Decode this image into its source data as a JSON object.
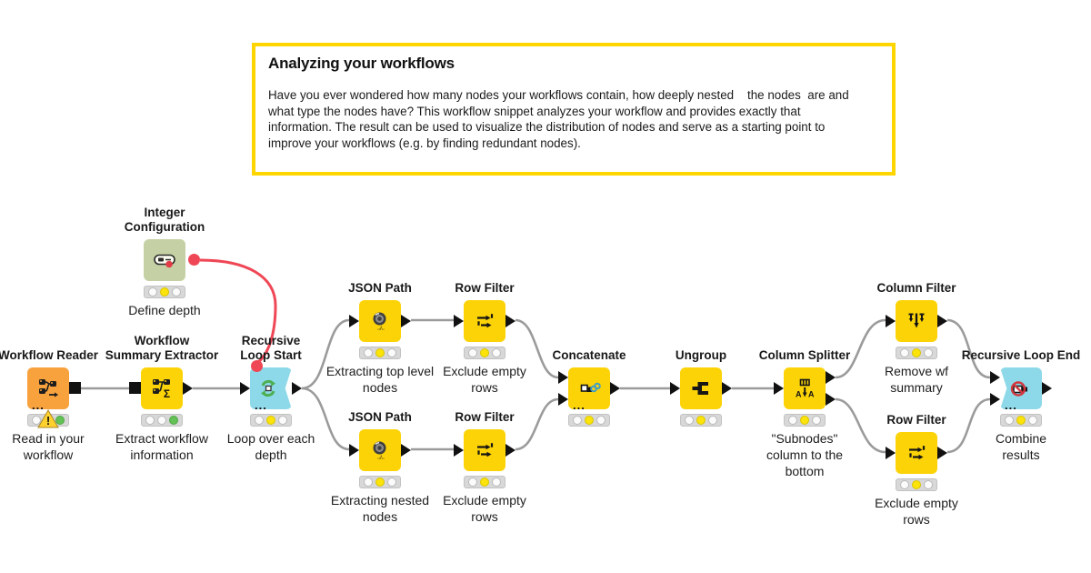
{
  "annotation": {
    "title": "Analyzing your workflows",
    "body": "Have you ever wondered how many nodes your workflows contain, how deeply nested    the nodes  are and\nwhat type the nodes have? This workflow snippet analyzes your workflow and provides exactly that\ninformation. The result can be used to visualize the distribution of nodes and serve as a starting point to\nimprove your workflows (e.g. by finding redundant nodes).",
    "border_color": "#FFD500"
  },
  "colors": {
    "node_yellow": "#FCD307",
    "node_orange": "#F8A23E",
    "node_cyan": "#8ED9E9",
    "node_green": "#C5D1A4",
    "connector_gray": "#9B9B9B",
    "flow_variable_red": "#EF4755",
    "status_yellow": "#FCE40A",
    "status_green": "#63C156"
  },
  "nodes": [
    {
      "title": "Workflow Reader",
      "comment": "Read in your workflow",
      "icon": "workflow-reader-icon",
      "status": "executed-with-warning"
    },
    {
      "title": "Workflow Summary Extractor",
      "comment": "Extract workflow information",
      "icon": "workflow-summary-extractor-icon",
      "status": "executed"
    },
    {
      "title": "Integer Configuration",
      "comment": "Define depth",
      "icon": "integer-configuration-icon",
      "status": "configured"
    },
    {
      "title": "Recursive Loop Start",
      "comment": "Loop over each depth",
      "icon": "recursive-loop-start-icon",
      "status": "configured"
    },
    {
      "title": "JSON Path",
      "comment": "Extracting top level nodes",
      "icon": "json-path-icon",
      "status": "configured"
    },
    {
      "title": "Row Filter",
      "comment": "Exclude empty rows",
      "icon": "row-filter-icon",
      "status": "configured"
    },
    {
      "title": "JSON Path",
      "comment": "Extracting nested nodes",
      "icon": "json-path-icon",
      "status": "configured"
    },
    {
      "title": "Row Filter",
      "comment": "Exclude empty rows",
      "icon": "row-filter-icon",
      "status": "configured"
    },
    {
      "title": "Concatenate",
      "comment": "",
      "icon": "concatenate-icon",
      "status": "configured"
    },
    {
      "title": "Ungroup",
      "comment": "",
      "icon": "ungroup-icon",
      "status": "configured"
    },
    {
      "title": "Column Splitter",
      "comment": "\"Subnodes\" column to the bottom",
      "icon": "column-splitter-icon",
      "status": "configured"
    },
    {
      "title": "Column Filter",
      "comment": "Remove wf summary",
      "icon": "column-filter-icon",
      "status": "configured"
    },
    {
      "title": "Row Filter",
      "comment": "Exclude empty rows",
      "icon": "row-filter-icon",
      "status": "configured"
    },
    {
      "title": "Recursive Loop End",
      "comment": "Combine results",
      "icon": "recursive-loop-end-icon",
      "status": "configured"
    }
  ]
}
